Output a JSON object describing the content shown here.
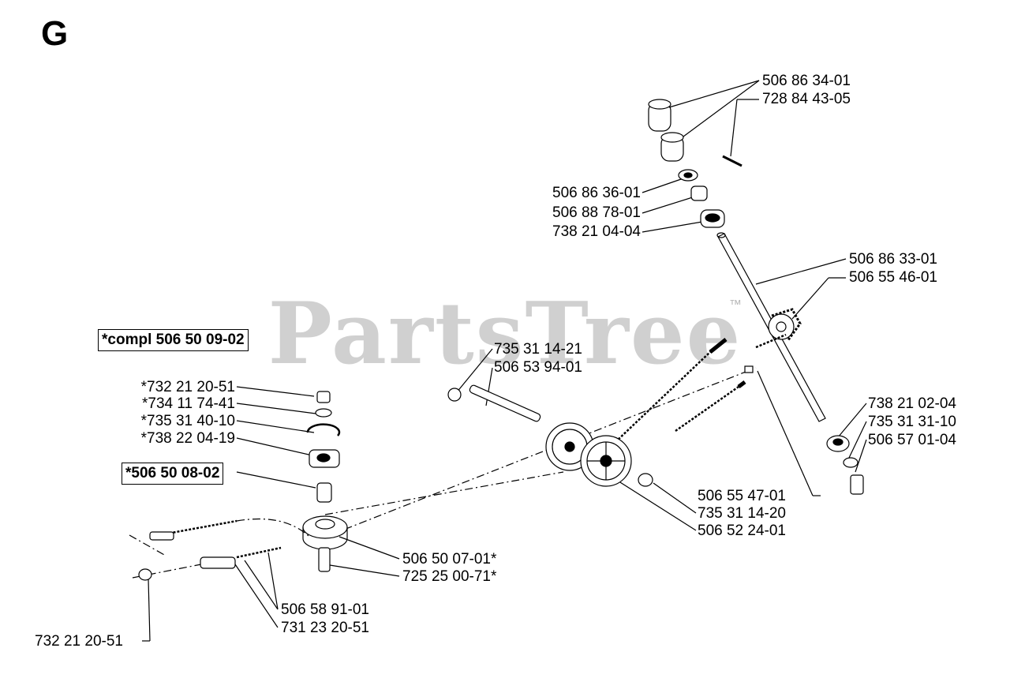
{
  "section": "G",
  "watermark": "PartsTree",
  "watermark_tm": "™",
  "assembly_labels": {
    "compl": "*compl 506 50 09-02",
    "sub": "*506 50 08-02"
  },
  "parts": {
    "p1": "506 86 34-01",
    "p2": "728 84 43-05",
    "p3": "506 86 36-01",
    "p4": "506 88 78-01",
    "p5": "738 21 04-04",
    "p6": "506 86 33-01",
    "p7": "506 55 46-01",
    "p8": "735 31 14-21",
    "p9": "506 53 94-01",
    "p10": "*732 21 20-51",
    "p11": "*734 11 74-41",
    "p12": "*735 31 40-10",
    "p13": "*738 22 04-19",
    "p14": "738 21 02-04",
    "p15": "735 31 31-10",
    "p16": "506 57 01-04",
    "p17": "506 55 47-01",
    "p18": "735 31 14-20",
    "p19": "506 52 24-01",
    "p20": "506 50 07-01*",
    "p21": "725 25 00-71*",
    "p22": "506 58 91-01",
    "p23": "731 23 20-51",
    "p24": "732 21 20-51"
  }
}
